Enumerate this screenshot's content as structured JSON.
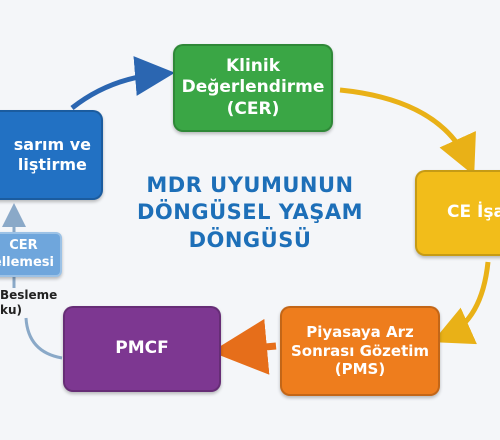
{
  "title_lines": [
    "MDR UYUMUNUN",
    "DÖNGÜSEL YAŞAM",
    "DÖNGÜSÜ"
  ],
  "nodes": {
    "cer": "Klinik\nDeğerlendirme\n(CER)",
    "design": "sarım ve\nliştirme",
    "ce": "CE İşa",
    "pms": "Piyasaya Arz\nSonrası Gözetim\n(PMS)",
    "pmcf": "PMCF",
    "cer_update": "CER\nellemesi"
  },
  "feedback": "Besleme\nku)",
  "colors": {
    "title": "#1d6fb8",
    "cer": "#3aa645",
    "design": "#2271c3",
    "ce": "#f2bd1a",
    "pms": "#ee7d1d",
    "pmcf": "#7d3791",
    "cer_update": "#6fa6dc",
    "arrow_blue": "#2b66b1",
    "arrow_yellow": "#e9b117",
    "arrow_orange": "#e66e1a",
    "arrow_gray": "#8aa9c8"
  },
  "icons": [
    "arrow-icon"
  ]
}
